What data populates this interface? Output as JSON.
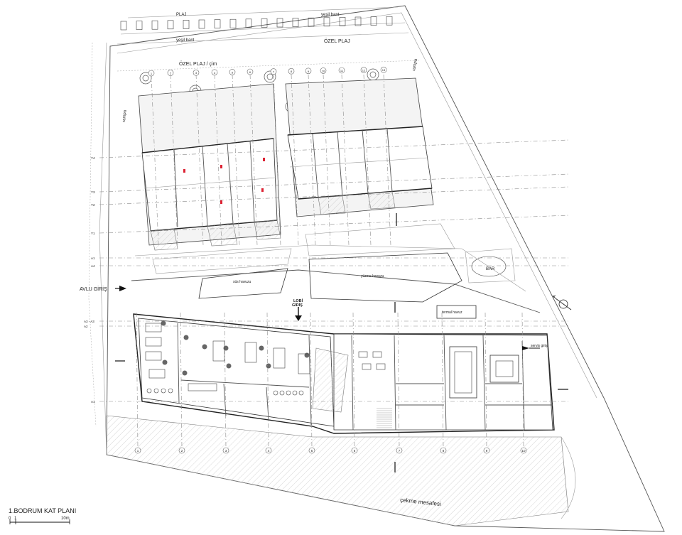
{
  "title": "1.BODRUM  KAT PLANI",
  "scale_bar": {
    "zero": "0",
    "one": "1",
    "ten": "10m"
  },
  "labels": {
    "plaj": "PLAJ",
    "yesil_bant_top": "yeşil bant",
    "yesil_bant_left": "yeşil bant",
    "ozel_plaj_right": "ÖZEL PLAJ",
    "ozel_plaj_cim": "ÖZEL PLAJ / çim",
    "rampa_left": "rampa",
    "rampa_right": "rampa",
    "sus_havuzu": "süs havuzu",
    "yuzme_havuzu": "yüzme havuzu",
    "bar": "BAR",
    "avlu_giris": "AVLU GİRİŞ",
    "lobi_giris_1": "LOBİ",
    "lobi_giris_2": "GİRİŞ",
    "termal_havuz": "termal havuz",
    "servis_giris": "servis girişi",
    "cekme_mesafesi": "çekme mesafesi",
    "north": "K"
  },
  "grid_axes_bottom": [
    "1",
    "2",
    "3",
    "4",
    "5",
    "6",
    "7",
    "8",
    "9",
    "10"
  ],
  "grid_axes_top": [
    "1",
    "2",
    "3",
    "4",
    "5",
    "6",
    "7",
    "8",
    "9",
    "10",
    "11",
    "12",
    "13"
  ],
  "grid_axes_left": [
    "Y4",
    "Y3",
    "Y2",
    "Y1",
    "A1",
    "A4",
    "A3 - A3",
    "A2",
    "A1"
  ]
}
